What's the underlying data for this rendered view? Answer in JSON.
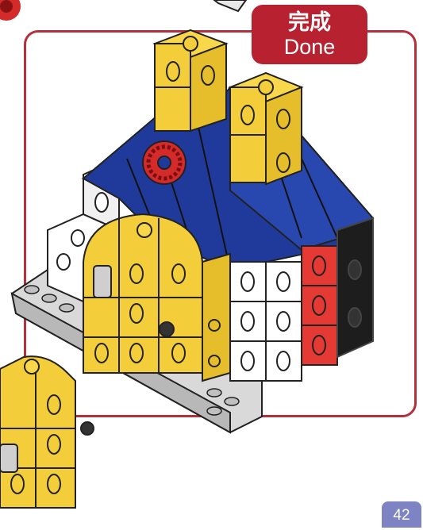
{
  "tag": {
    "text_zh": "完成",
    "text_en": "Done"
  },
  "page_number": "42",
  "colors": {
    "frame": "#b5303a",
    "tag_bg": "#b82230",
    "page_badge": "#7d83c3",
    "yellow": "#f3cd3a",
    "blue": "#1f3a9a",
    "red": "#e53a33",
    "black": "#1d1d1d",
    "gray_plate": "#c8c8c8",
    "white": "#ffffff"
  },
  "icons": {
    "illustration": "brick-house-model-icon",
    "gear": "red-gear-icon"
  }
}
